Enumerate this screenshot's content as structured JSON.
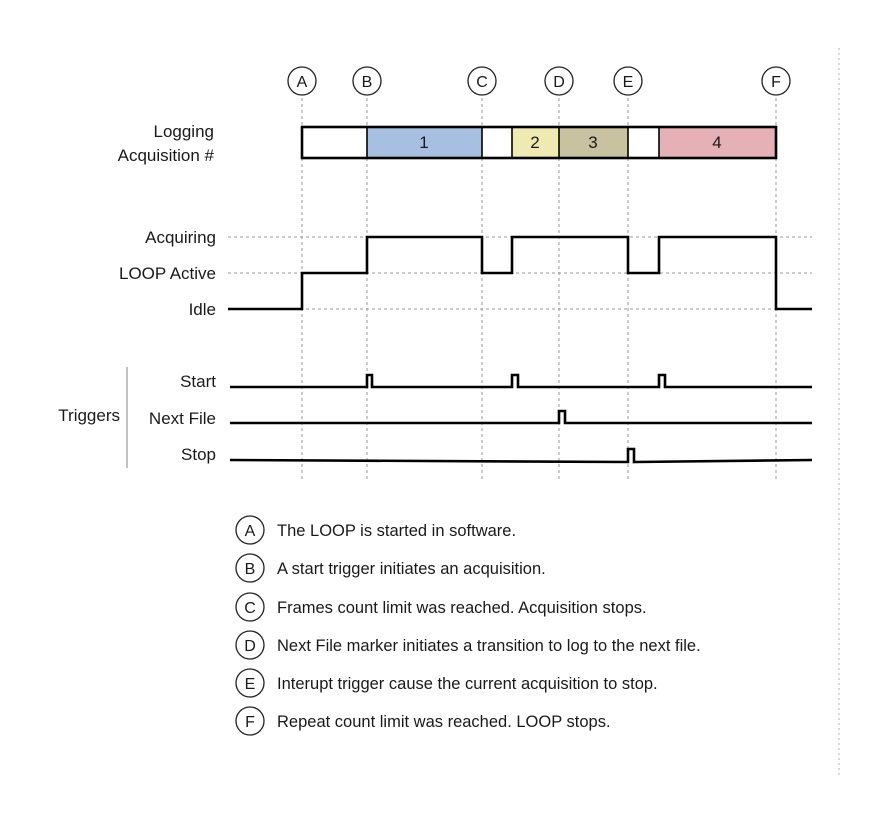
{
  "markers": [
    "A",
    "B",
    "C",
    "D",
    "E",
    "F"
  ],
  "row_labels": {
    "logging_line1": "Logging",
    "logging_line2": "Acquisition #",
    "acquiring": "Acquiring",
    "loop_active": "LOOP Active",
    "idle": "Idle",
    "triggers": "Triggers",
    "start": "Start",
    "next_file": "Next File",
    "stop": "Stop"
  },
  "acquisitions": [
    {
      "label": "",
      "color": "#ffffff"
    },
    {
      "label": "1",
      "color": "#a7bfe0"
    },
    {
      "label": "",
      "color": "#ffffff"
    },
    {
      "label": "2",
      "color": "#eeeab2"
    },
    {
      "label": "3",
      "color": "#c9c2a1"
    },
    {
      "label": "",
      "color": "#ffffff"
    },
    {
      "label": "4",
      "color": "#e6b0b7"
    }
  ],
  "legend": [
    {
      "letter": "A",
      "text": "The LOOP is started in software."
    },
    {
      "letter": "B",
      "text": "A start trigger initiates an acquisition."
    },
    {
      "letter": "C",
      "text": "Frames count limit was reached.  Acquisition stops."
    },
    {
      "letter": "D",
      "text": "Next File marker initiates a transition to log to the next file."
    },
    {
      "letter": "E",
      "text": "Interupt trigger cause the current acquisition to stop."
    },
    {
      "letter": "F",
      "text": "Repeat count limit was reached.  LOOP stops."
    }
  ]
}
